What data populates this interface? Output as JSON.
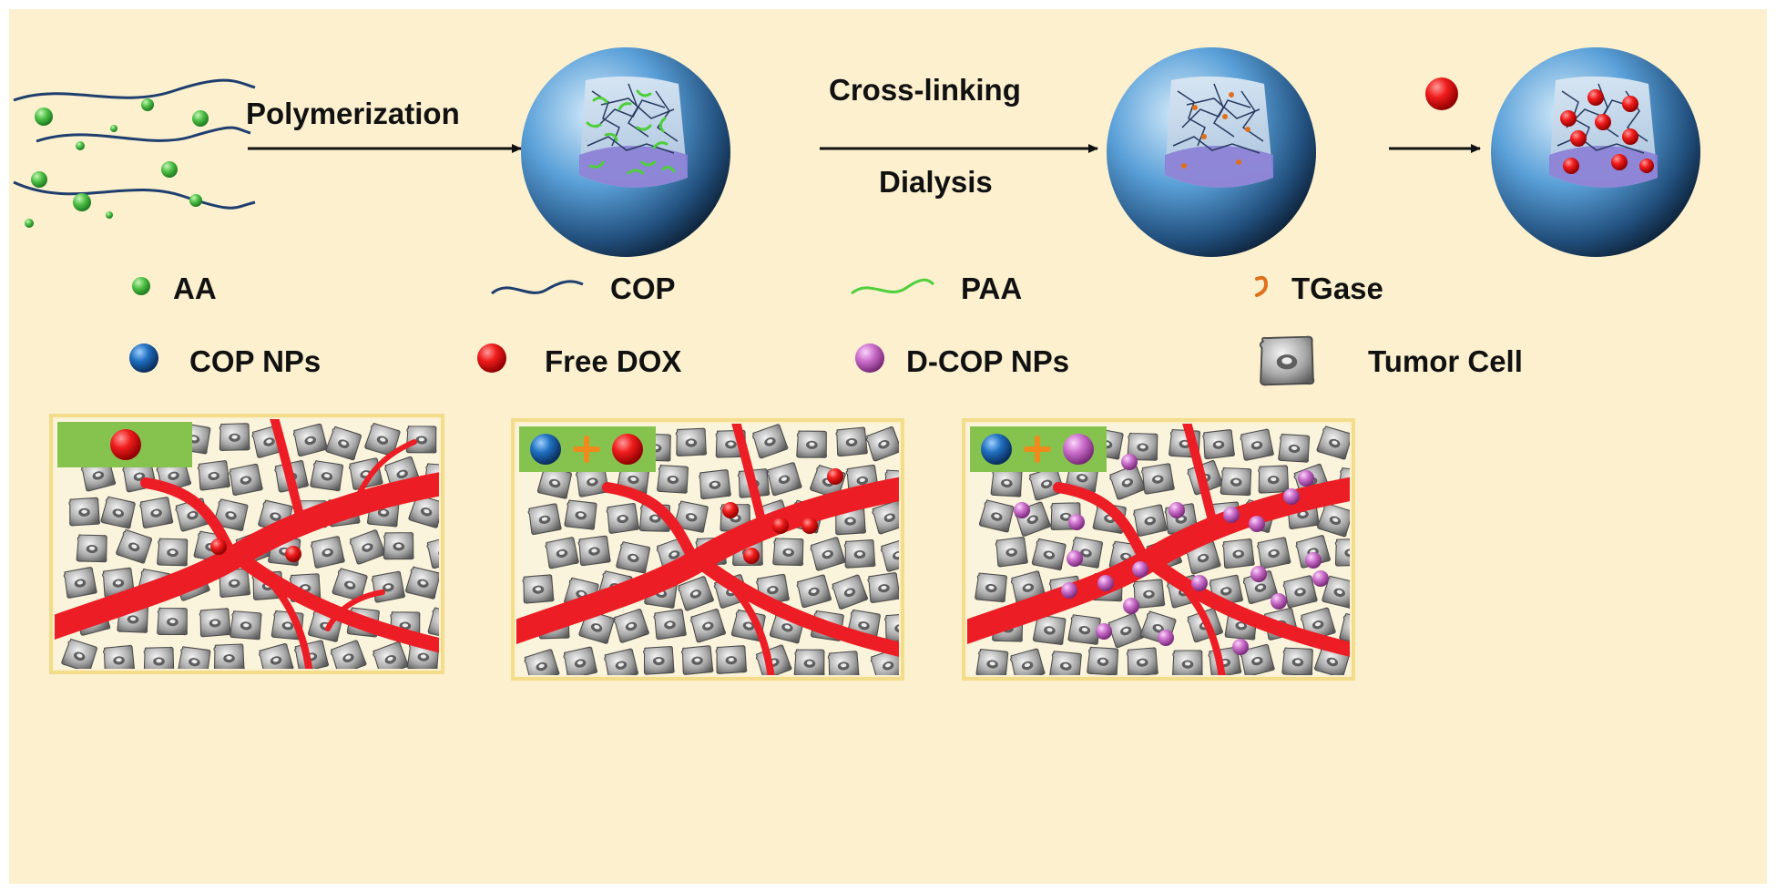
{
  "process": {
    "step1": "Polymerization",
    "step2a": "Cross-linking",
    "step2b": "Dialysis"
  },
  "legend": {
    "aa": "AA",
    "cop": "COP",
    "paa": "PAA",
    "tgase": "TGase",
    "cop_nps": "COP NPs",
    "free_dox": "Free DOX",
    "dcop_nps": "D-COP NPs",
    "tumor_cell": "Tumor Cell"
  },
  "panels": [
    {
      "tag": [
        "free-dox"
      ]
    },
    {
      "tag": [
        "cop-np",
        "plus",
        "free-dox"
      ]
    },
    {
      "tag": [
        "cop-np",
        "plus",
        "dcop-np"
      ]
    }
  ],
  "colors": {
    "background": "#fcf0cf",
    "panel_border": "#f3dd8b",
    "tag_green": "#86c34e",
    "vessel_red": "#ec1d24",
    "dox_red": "#e8141a",
    "cop_blue": "#1f6fc0",
    "dcop_purple": "#c869c8",
    "aa_green": "#4bbf44",
    "tgase_orange": "#e0701a",
    "sphere_blue": "#3a80c0"
  }
}
